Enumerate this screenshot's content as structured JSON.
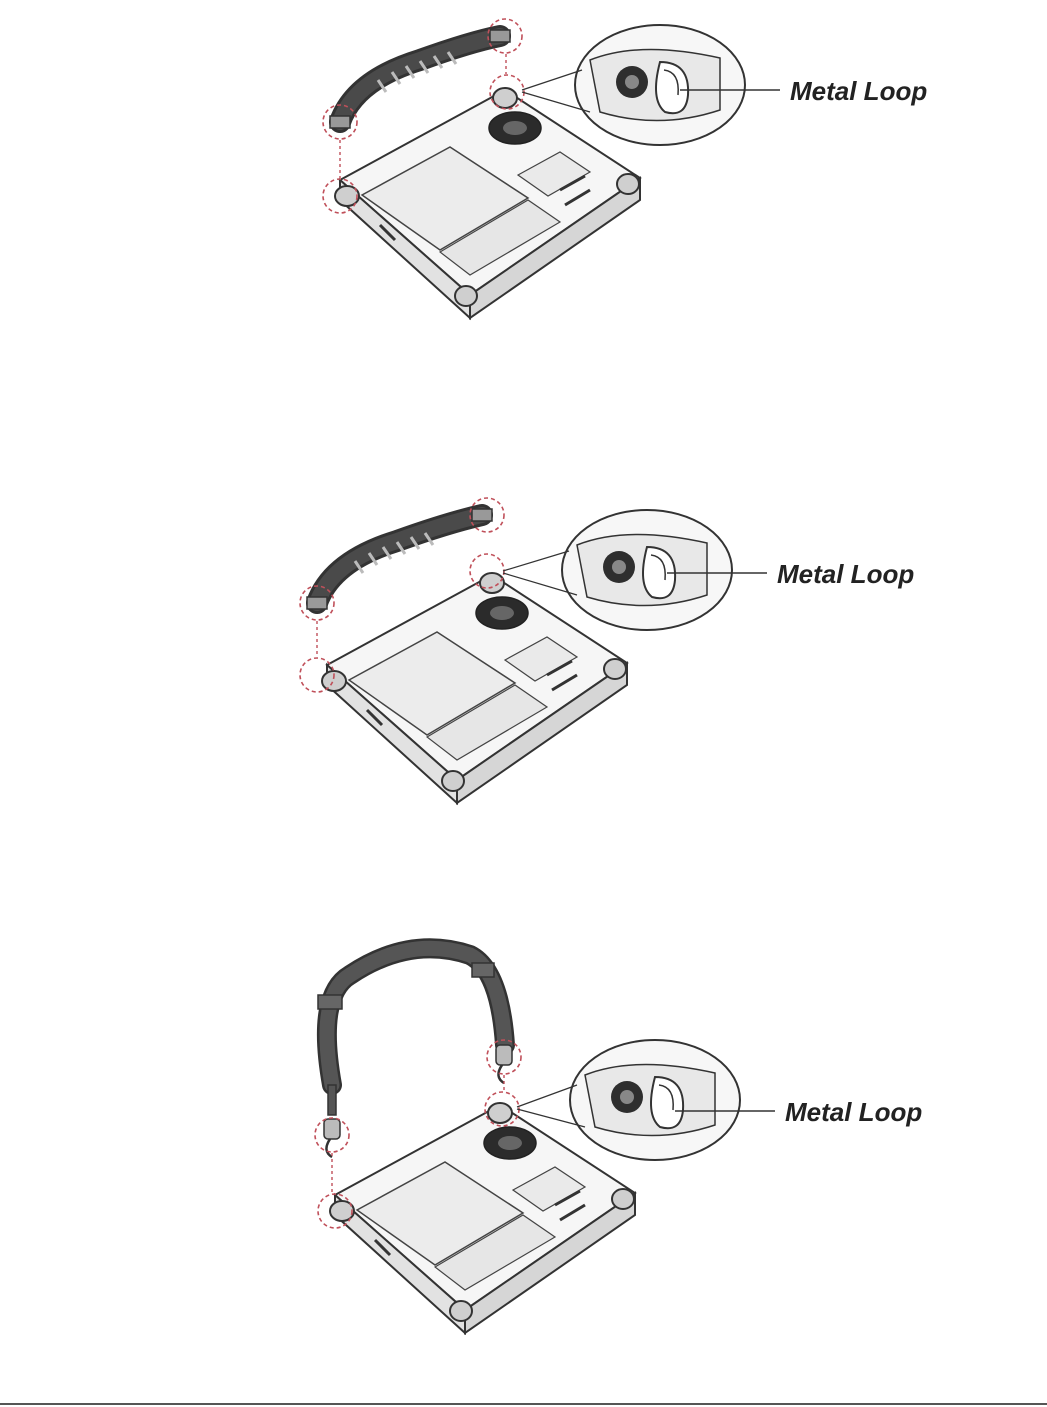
{
  "figures": [
    {
      "id": "handle",
      "callout": "Metal Loop"
    },
    {
      "id": "handle-alt",
      "callout": "Metal Loop"
    },
    {
      "id": "shoulder-strap",
      "callout": "Metal Loop"
    }
  ],
  "colors": {
    "line": "#333333",
    "fill_light": "#f4f4f4",
    "fill_mid": "#d9d9d9",
    "strap": "#444444",
    "dash_circle": "#c0505a"
  }
}
